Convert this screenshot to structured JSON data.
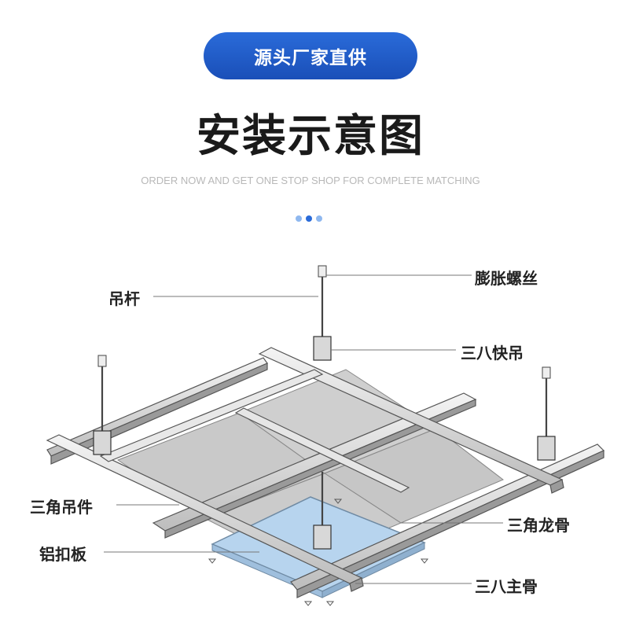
{
  "badge": {
    "text": "源头厂家直供",
    "color": "#1f5cc8"
  },
  "title": "安装示意图",
  "subtitle": "ORDER NOW AND GET ONE STOP SHOP FOR COMPLETE MATCHING",
  "carousel": {
    "dot_count": 3,
    "active_index": 1
  },
  "labels": {
    "hanger_rod": "吊杆",
    "expansion_screw": "膨胀螺丝",
    "quick_hanger": "三八快吊",
    "triangle_hanger": "三角吊件",
    "triangle_keel": "三角龙骨",
    "aluminum_panel": "铝扣板",
    "main_keel": "三八主骨"
  }
}
